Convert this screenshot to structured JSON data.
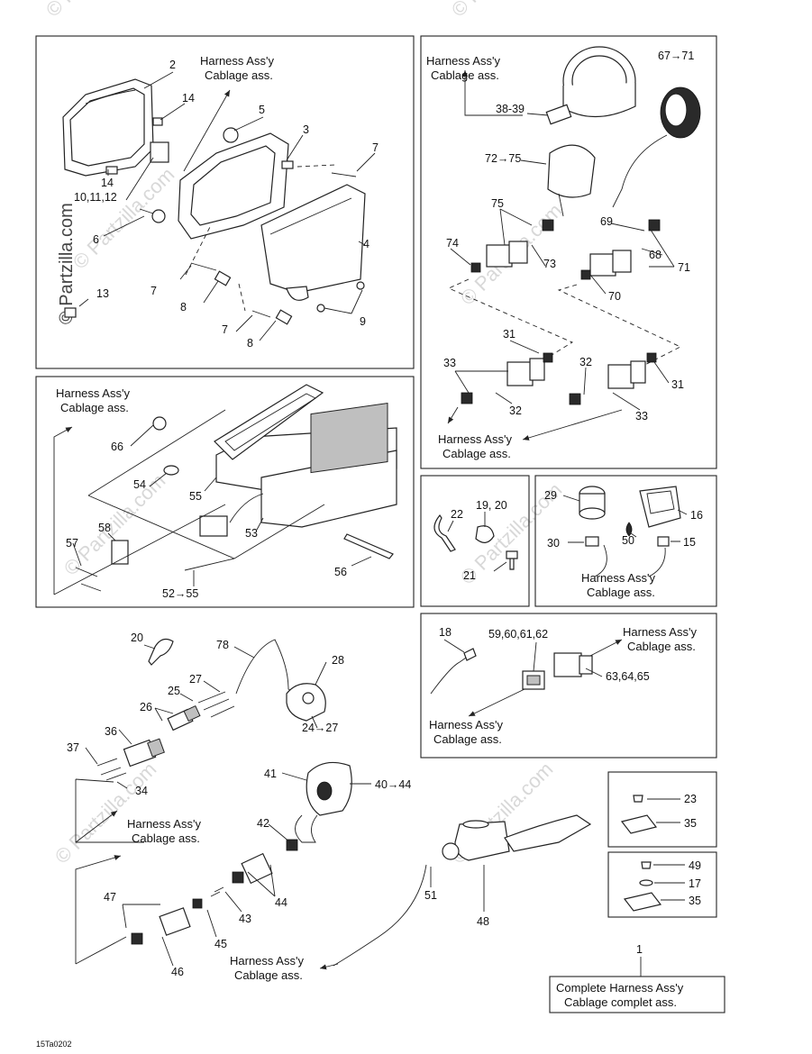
{
  "watermarks": [
    "© Partzilla.com",
    "© Partzilla.com",
    "© Partzilla.com",
    "© Partzilla.com",
    "© Partzilla.com",
    "© Partzilla.com",
    "© Partzilla.com",
    "© Partzilla.com",
    "© Partzilla.com",
    "© Partzilla.com",
    "© Partzilla.com",
    "© Partzilla.com"
  ],
  "harness_line1": "Harness Ass'y",
  "harness_line2": "Cablage ass.",
  "complete_line1": "Complete Harness Ass'y",
  "complete_line2": "Cablage complet ass.",
  "figure_code": "15Ta0202",
  "callouts": {
    "c2": "2",
    "c14a": "14",
    "c14b": "14",
    "c5": "5",
    "c3": "3",
    "c7a": "7",
    "c101112": "10,11,12",
    "c6": "6",
    "c4": "4",
    "c7b": "7",
    "c8a": "8",
    "c13": "13",
    "c7c": "7",
    "c9": "9",
    "c8b": "8",
    "c6771": "67→71",
    "c3839": "38-39",
    "c7275": "72→75",
    "c75": "75",
    "c74": "74",
    "c73": "73",
    "c69": "69",
    "c68": "68",
    "c71": "71",
    "c70": "70",
    "c31a": "31",
    "c33a": "33",
    "c32a": "32",
    "c32b": "32",
    "c31b": "31",
    "c33b": "33",
    "c66": "66",
    "c54": "54",
    "c55": "55",
    "c53": "53",
    "c58": "58",
    "c57": "57",
    "c56": "56",
    "c5255": "52→55",
    "c22": "22",
    "c1920": "19, 20",
    "c21": "21",
    "c29": "29",
    "c16": "16",
    "c30": "30",
    "c50": "50",
    "c15": "15",
    "c18": "18",
    "c59": "59,60,61,62",
    "c63": "63,64,65",
    "c20": "20",
    "c78": "78",
    "c28": "28",
    "c27": "27",
    "c25": "25",
    "c26": "26",
    "c36": "36",
    "c2427": "24→27",
    "c37": "37",
    "c34": "34",
    "c41": "41",
    "c4044": "40→44",
    "c42": "42",
    "c44": "44",
    "c47": "47",
    "c43": "43",
    "c45": "45",
    "c46": "46",
    "c51": "51",
    "c48": "48",
    "c23": "23",
    "c35a": "35",
    "c49": "49",
    "c17": "17",
    "c35b": "35",
    "c1": "1"
  }
}
